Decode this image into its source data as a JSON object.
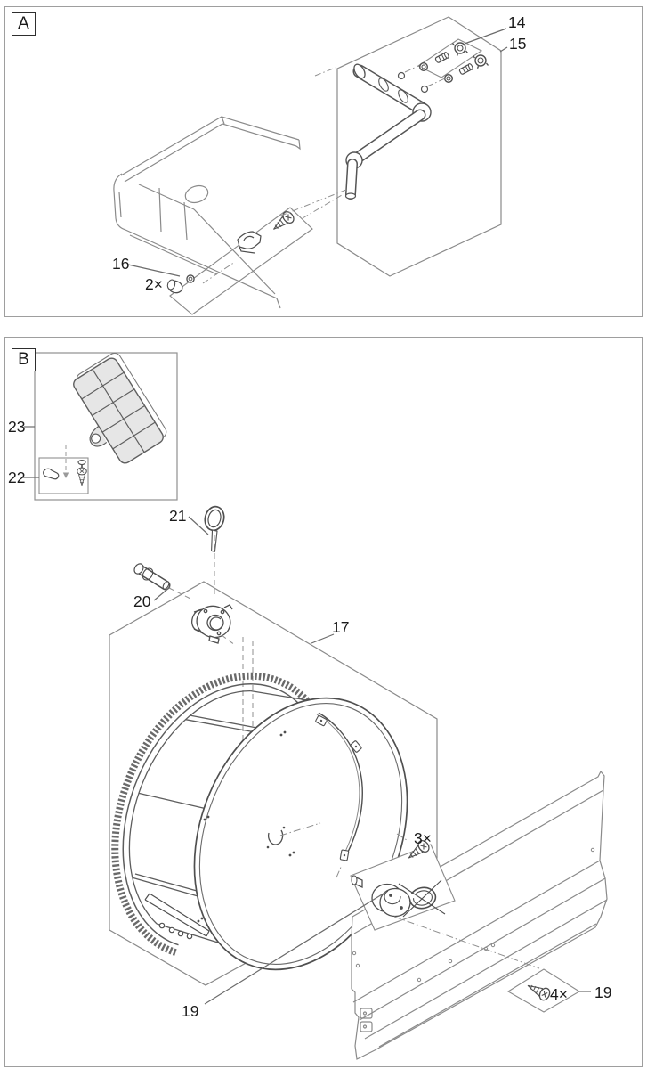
{
  "figure_type": "exploded-parts-diagram",
  "panel_a": {
    "label": "A",
    "callout_14": "14",
    "callout_15": "15",
    "callout_16": "16",
    "qty_2x": "2×"
  },
  "panel_b": {
    "label": "B",
    "callout_23": "23",
    "callout_22": "22",
    "callout_21": "21",
    "callout_20": "20",
    "callout_17": "17",
    "qty_3x": "3×",
    "callout_19_bottom": "19",
    "qty_4x": "4×",
    "callout_19_right": "19"
  },
  "colors": {
    "background": "#ffffff",
    "panel_border": "#9e9e9e",
    "drawing_line": "#7a7a7a",
    "part_line": "#4f4f4f",
    "label_text": "#1b1b1b",
    "grid_fill": "#e6e6e6"
  }
}
